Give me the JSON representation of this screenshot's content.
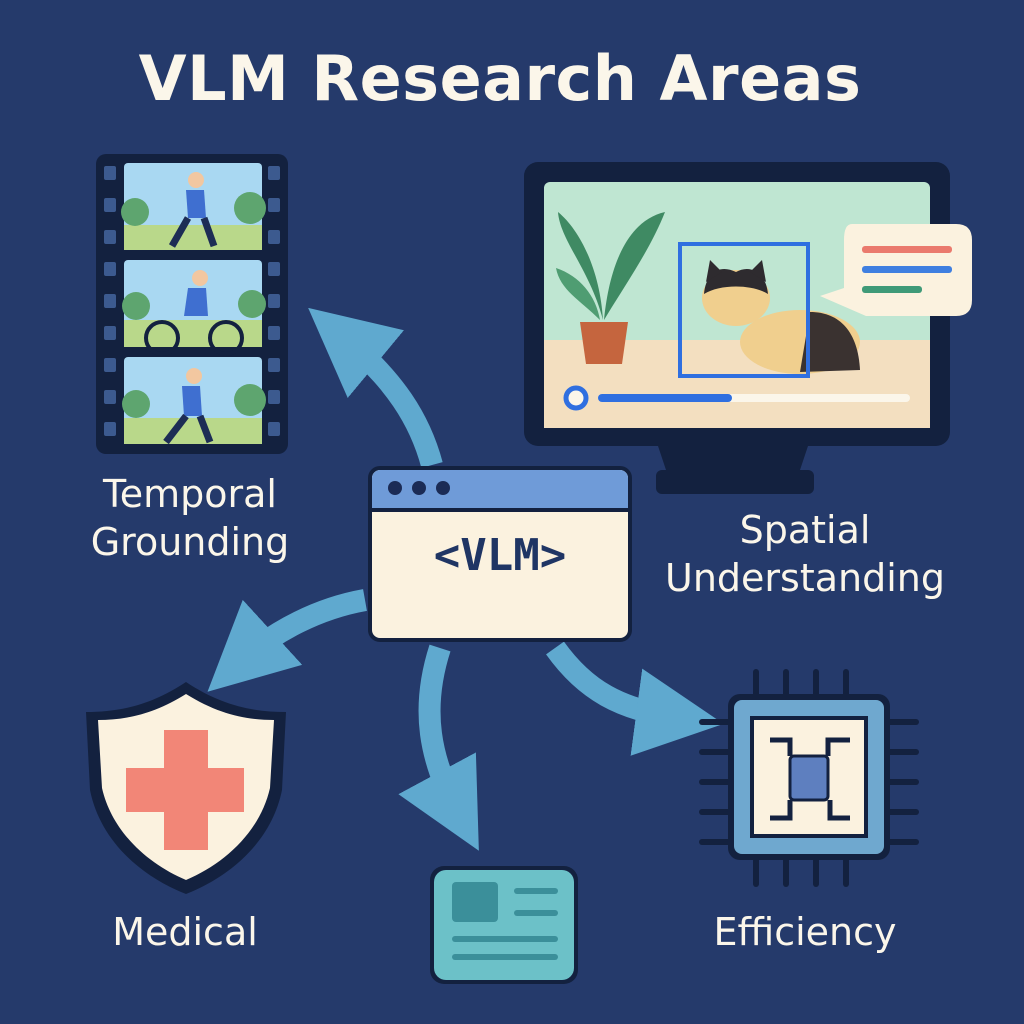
{
  "title": "VLM Research Areas",
  "center": {
    "label": "<VLM>"
  },
  "areas": {
    "temporal": {
      "line1": "Temporal",
      "line2": "Grounding",
      "icon": "film-strip-icon"
    },
    "spatial": {
      "line1": "Spatial",
      "line2": "Understanding",
      "icon": "monitor-icon"
    },
    "medical": {
      "label": "Medical",
      "icon": "medical-shield-icon"
    },
    "document": {
      "icon": "id-card-icon"
    },
    "efficiency": {
      "label": "Efficiency",
      "icon": "chip-icon"
    }
  },
  "colors": {
    "background": "#253a6b",
    "arrow": "#5fa9cf",
    "text": "#fbf6ea",
    "cross": "#f28677",
    "window_bar": "#6f9bd8"
  }
}
